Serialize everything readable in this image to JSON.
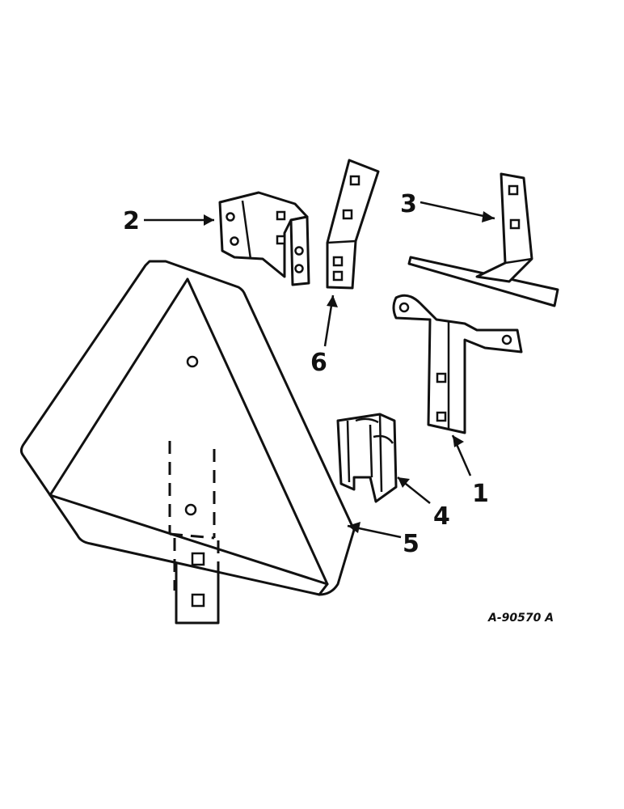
{
  "diagram": {
    "callouts": [
      {
        "id": "part-1",
        "label": "1"
      },
      {
        "id": "part-2",
        "label": "2"
      },
      {
        "id": "part-3",
        "label": "3"
      },
      {
        "id": "part-4",
        "label": "4"
      },
      {
        "id": "part-5",
        "label": "5"
      },
      {
        "id": "part-6",
        "label": "6"
      }
    ],
    "drawing_number": "A-90570 A"
  }
}
